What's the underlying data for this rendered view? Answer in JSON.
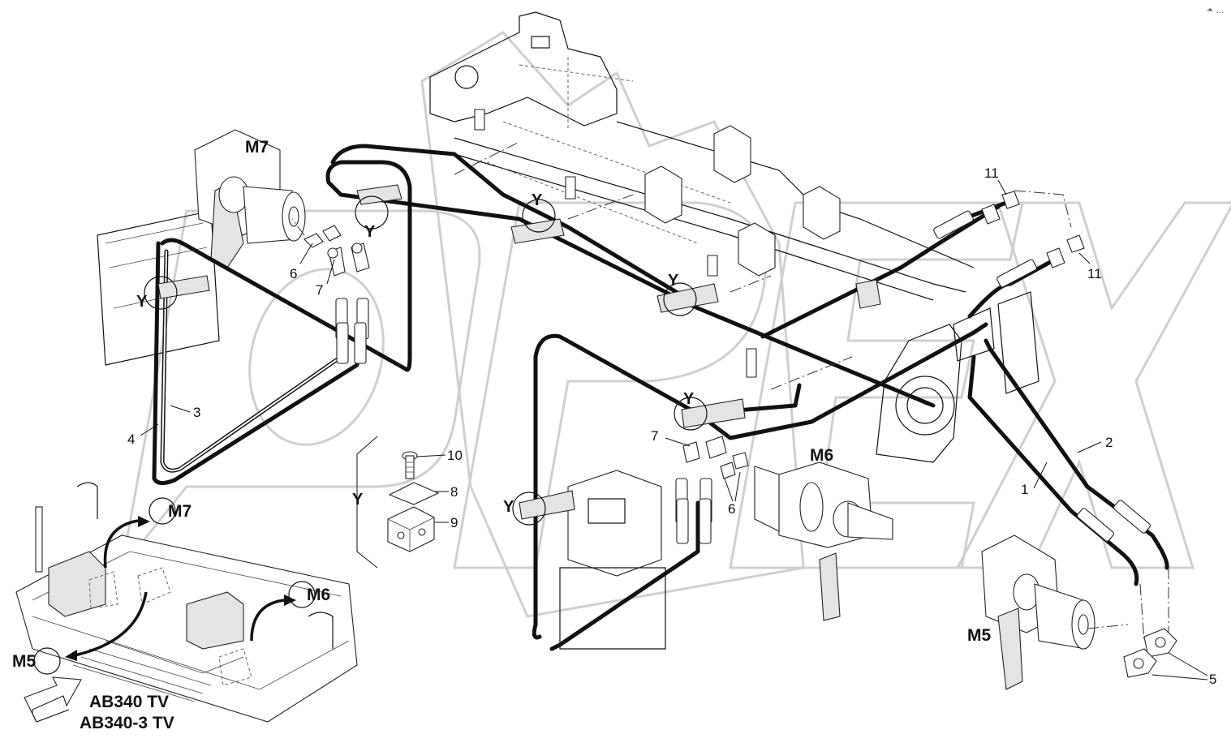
{
  "window": {
    "menu_dots": "•̶̶ ..."
  },
  "callouts": {
    "n1": "1",
    "n2": "2",
    "n3": "3",
    "n4": "4",
    "n5": "5",
    "n6a": "6",
    "n6b": "6",
    "n7a": "7",
    "n7b": "7",
    "n8": "8",
    "n9": "9",
    "n10": "10",
    "n11a": "11",
    "n11b": "11"
  },
  "detail_marks": {
    "y1": "Y",
    "y2": "Y",
    "y3": "Y",
    "y4": "Y",
    "y5": "Y",
    "y6": "Y",
    "y_detail": "Y"
  },
  "motors": {
    "m5": "M5",
    "m6": "M6",
    "m7": "M7"
  },
  "overview": {
    "m7": "M7",
    "m6": "M6",
    "m5": "M5",
    "model_line1": "AB340 TV",
    "model_line2": "AB340-3 TV"
  },
  "watermark": {
    "text": "OPEX"
  }
}
